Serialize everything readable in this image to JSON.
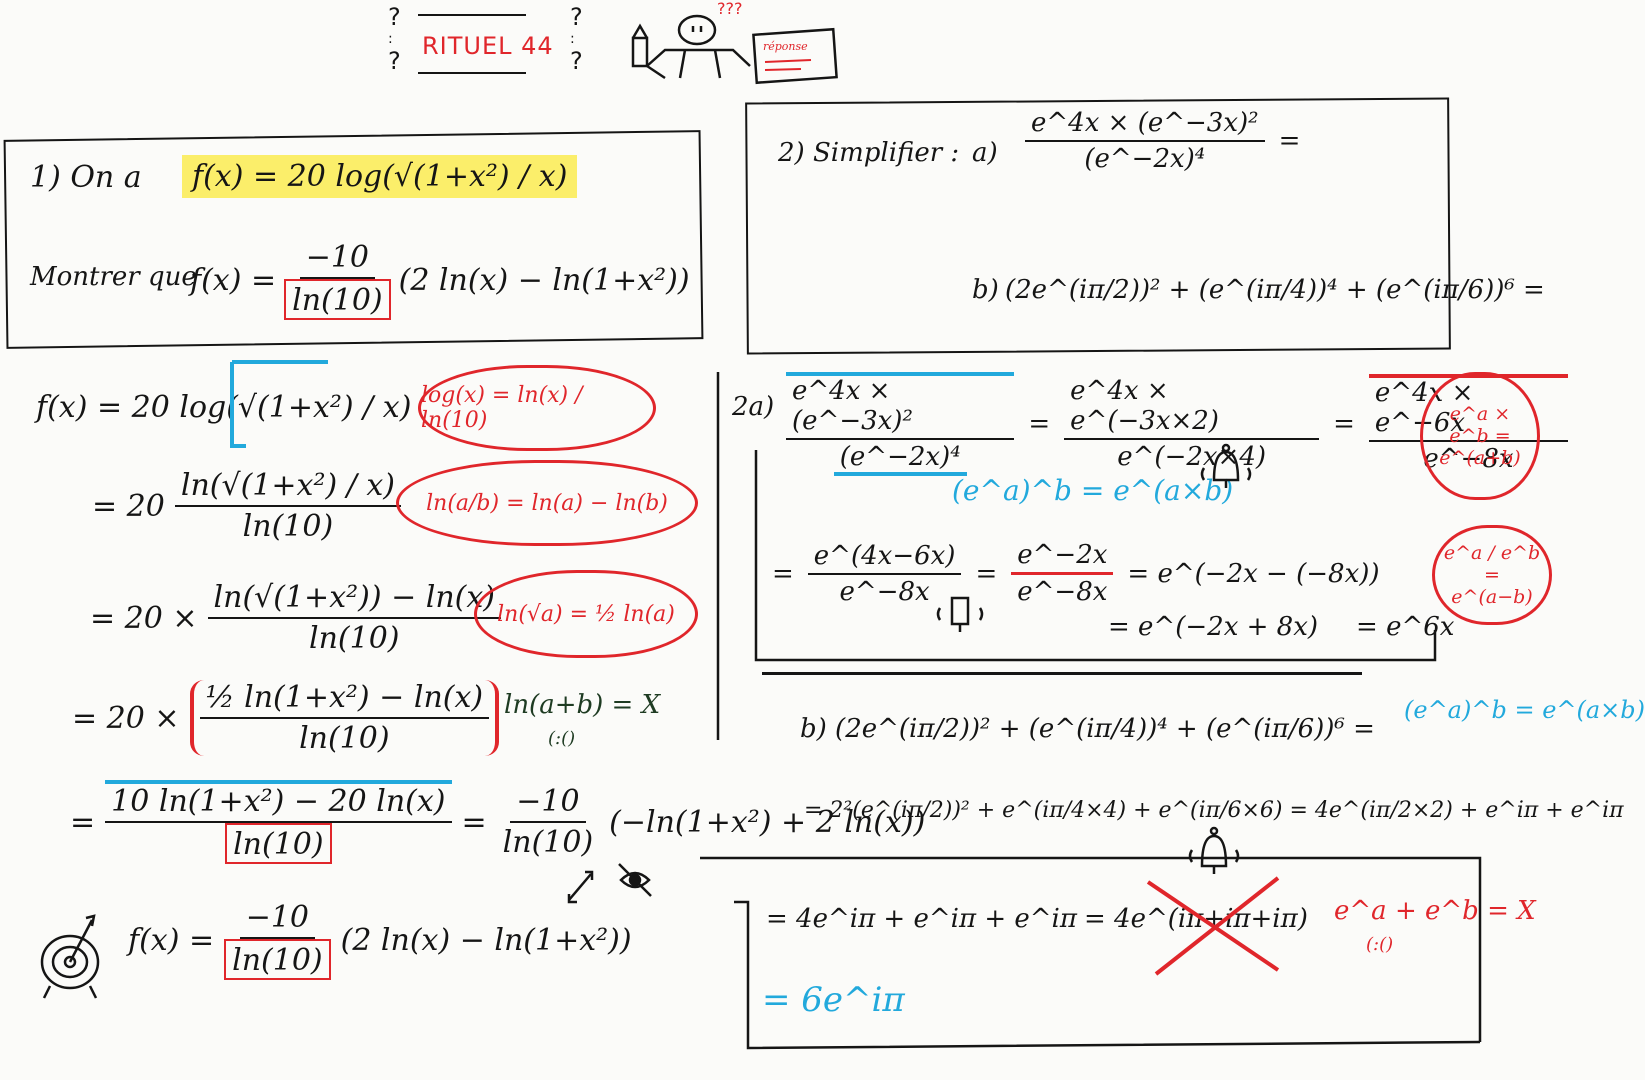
{
  "header": {
    "title": "RITUEL 44",
    "question_marks": "?",
    "sign_text": "réponse"
  },
  "exercise1": {
    "prompt_label": "1) On a",
    "given": "f(x) = 20 log(√(1+x²) / x)",
    "show_label": "Montrer que",
    "target_lhs": "f(x) =",
    "target_coef_num": "−10",
    "target_coef_den": "ln(10)",
    "target_rest": "(2 ln(x) − ln(1+x²))"
  },
  "exercise2": {
    "prompt_label": "2) Simplifier :",
    "part_a_label": "a)",
    "part_a_num": "e^4x × (e^−3x)²",
    "part_a_den": "(e^−2x)⁴",
    "part_b_label": "b)",
    "part_b_expr": "(2e^(iπ/2))² + (e^(iπ/4))⁴ + (e^(iπ/6))⁶ =",
    "equals": "="
  },
  "solution1": {
    "line1": "f(x) = 20 log(√(1+x²) / x)",
    "line2_lhs": "= 20",
    "line2_num": "ln(√(1+x²) / x)",
    "line2_den": "ln(10)",
    "line3_lhs": "= 20 ×",
    "line3_num": "ln(√(1+x²)) − ln(x)",
    "line3_den": "ln(10)",
    "line4_lhs": "= 20 ×",
    "line4_num": "½ ln(1+x²) − ln(x)",
    "line4_den": "ln(10)",
    "line5_num": "10 ln(1+x²) − 20 ln(x)",
    "line5_den": "ln(10)",
    "line5_mid": "=",
    "line5_coef_num": "−10",
    "line5_coef_den": "ln(10)",
    "line5_rest": "(−ln(1+x²) + 2 ln(x))",
    "final_lhs": "f(x) =",
    "final_coef_num": "−10",
    "final_coef_den": "ln(10)",
    "final_rest": "(2 ln(x) − ln(1+x²))",
    "cloud_log": "log(x) = ln(x) / ln(10)",
    "cloud_quotient": "ln(a/b) = ln(a) − ln(b)",
    "cloud_sqrt": "ln(√a) = ½ ln(a)",
    "warning_sum": "ln(a+b) = X",
    "sad_face": "(:()"
  },
  "solution2a": {
    "label": "2a)",
    "step1_num": "e^4x × (e^−3x)²",
    "step1_den": "(e^−2x)⁴",
    "step2_num": "e^4x × e^(−3x×2)",
    "step2_den": "e^(−2x×4)",
    "step3_num": "e^4x × e^−6x",
    "step3_den": "e^−8x",
    "rule_power": "(e^a)^b = e^(a×b)",
    "cloud_product": "e^a × e^b = e^(a+b)",
    "step4_num": "e^(4x−6x)",
    "step4_den": "e^−8x",
    "step5_num": "e^−2x",
    "step5_den": "e^−8x",
    "step6": "= e^(−2x − (−8x))",
    "step7": "= e^(−2x + 8x)",
    "step8": "= e^6x",
    "cloud_quotient": "e^a / e^b = e^(a−b)"
  },
  "solution2b": {
    "line1": "b) (2e^(iπ/2))² + (e^(iπ/4))⁴ + (e^(iπ/6))⁶ =",
    "rule_power": "(e^a)^b = e^(a×b)",
    "line2": "= 2²(e^(iπ/2))² + e^(iπ/4×4) + e^(iπ/6×6) = 4e^(iπ/2×2) + e^iπ + e^iπ",
    "line3": "= 4e^iπ + e^iπ + e^iπ",
    "line3_wrong": "= 4e^(iπ+iπ+iπ)",
    "warning_sum": "e^a + e^b = X",
    "sad_face": "(:()",
    "result": "= 6e^iπ"
  }
}
